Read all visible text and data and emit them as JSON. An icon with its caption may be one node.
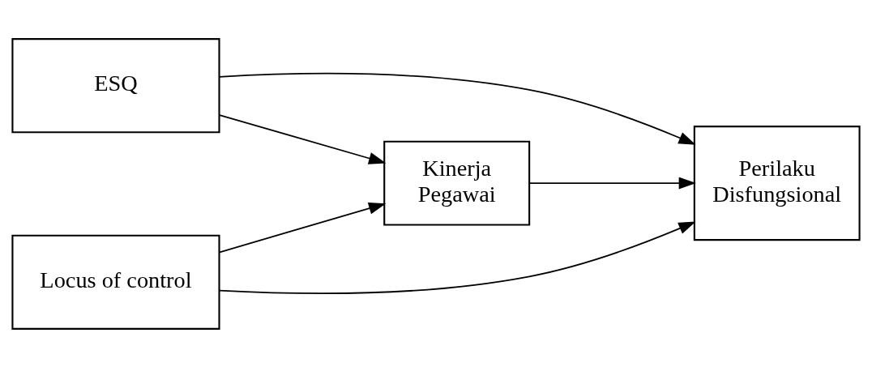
{
  "diagram": {
    "nodes": [
      {
        "text": [
          "ESQ"
        ]
      },
      {
        "text": [
          "Locus of control"
        ]
      },
      {
        "text": [
          "Kinerja Pegawai"
        ]
      },
      {
        "text": [
          "Perilaku Disfungsional"
        ]
      }
    ],
    "edges": [
      {
        "from": 0,
        "to": 3,
        "arrow": "to"
      },
      {
        "from": 0,
        "to": 2,
        "arrow": "to"
      },
      {
        "from": 2,
        "to": 3,
        "arrow": "to"
      },
      {
        "from": 1,
        "to": 2,
        "arrow": "to"
      },
      {
        "from": 1,
        "to": 3,
        "arrow": "to"
      }
    ]
  }
}
